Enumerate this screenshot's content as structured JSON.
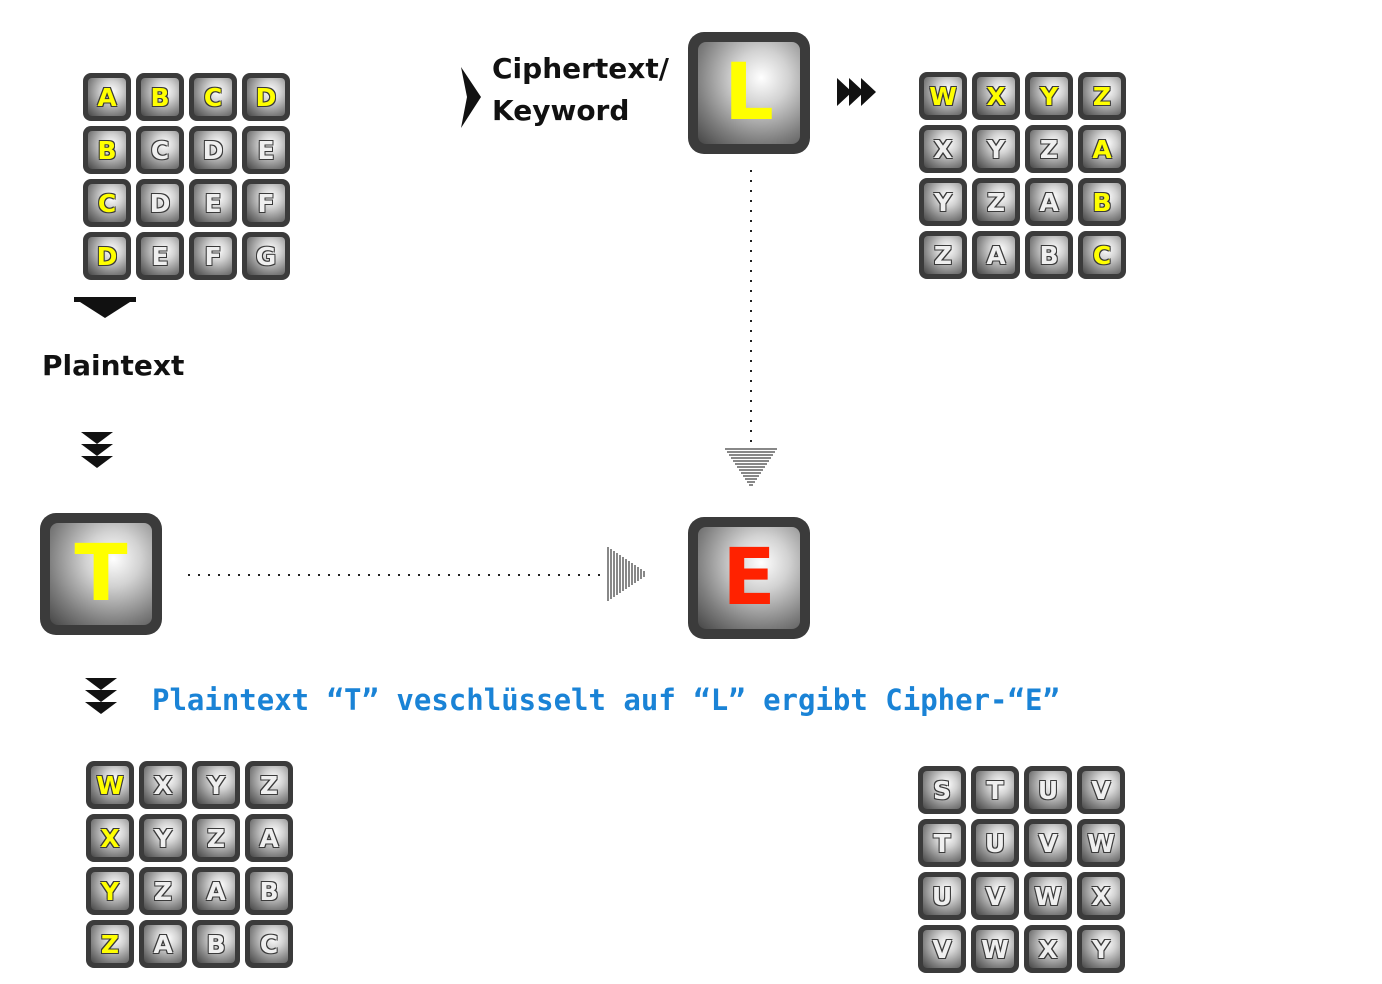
{
  "labels": {
    "ciphertext_line1": "Ciphertext/",
    "ciphertext_line2": "Keyword",
    "plaintext": "Plaintext"
  },
  "caption": "Plaintext “T” veschlüsselt auf “L” ergibt Cipher-“E”",
  "keys": {
    "keyword_letter": "L",
    "plaintext_letter": "T",
    "cipher_letter": "E"
  },
  "colors": {
    "highlight": "#ffff00",
    "cipher_letter": "#ff2200",
    "caption": "#1a83d6",
    "key_frame": "#3b3b3b"
  },
  "grids": [
    {
      "id": "top-left",
      "highlight": "first-row-and-column",
      "rows": [
        [
          "A",
          "B",
          "C",
          "D"
        ],
        [
          "B",
          "C",
          "D",
          "E"
        ],
        [
          "C",
          "D",
          "E",
          "F"
        ],
        [
          "D",
          "E",
          "F",
          "G"
        ]
      ]
    },
    {
      "id": "top-right",
      "highlight": "first-row-and-last-column",
      "rows": [
        [
          "W",
          "X",
          "Y",
          "Z"
        ],
        [
          "X",
          "Y",
          "Z",
          "A"
        ],
        [
          "Y",
          "Z",
          "A",
          "B"
        ],
        [
          "Z",
          "A",
          "B",
          "C"
        ]
      ]
    },
    {
      "id": "bottom-left",
      "highlight": "first-column",
      "rows": [
        [
          "W",
          "X",
          "Y",
          "Z"
        ],
        [
          "X",
          "Y",
          "Z",
          "A"
        ],
        [
          "Y",
          "Z",
          "A",
          "B"
        ],
        [
          "Z",
          "A",
          "B",
          "C"
        ]
      ]
    },
    {
      "id": "bottom-right",
      "highlight": "none",
      "rows": [
        [
          "S",
          "T",
          "U",
          "V"
        ],
        [
          "T",
          "U",
          "V",
          "W"
        ],
        [
          "U",
          "V",
          "W",
          "X"
        ],
        [
          "V",
          "W",
          "X",
          "Y"
        ]
      ]
    }
  ]
}
